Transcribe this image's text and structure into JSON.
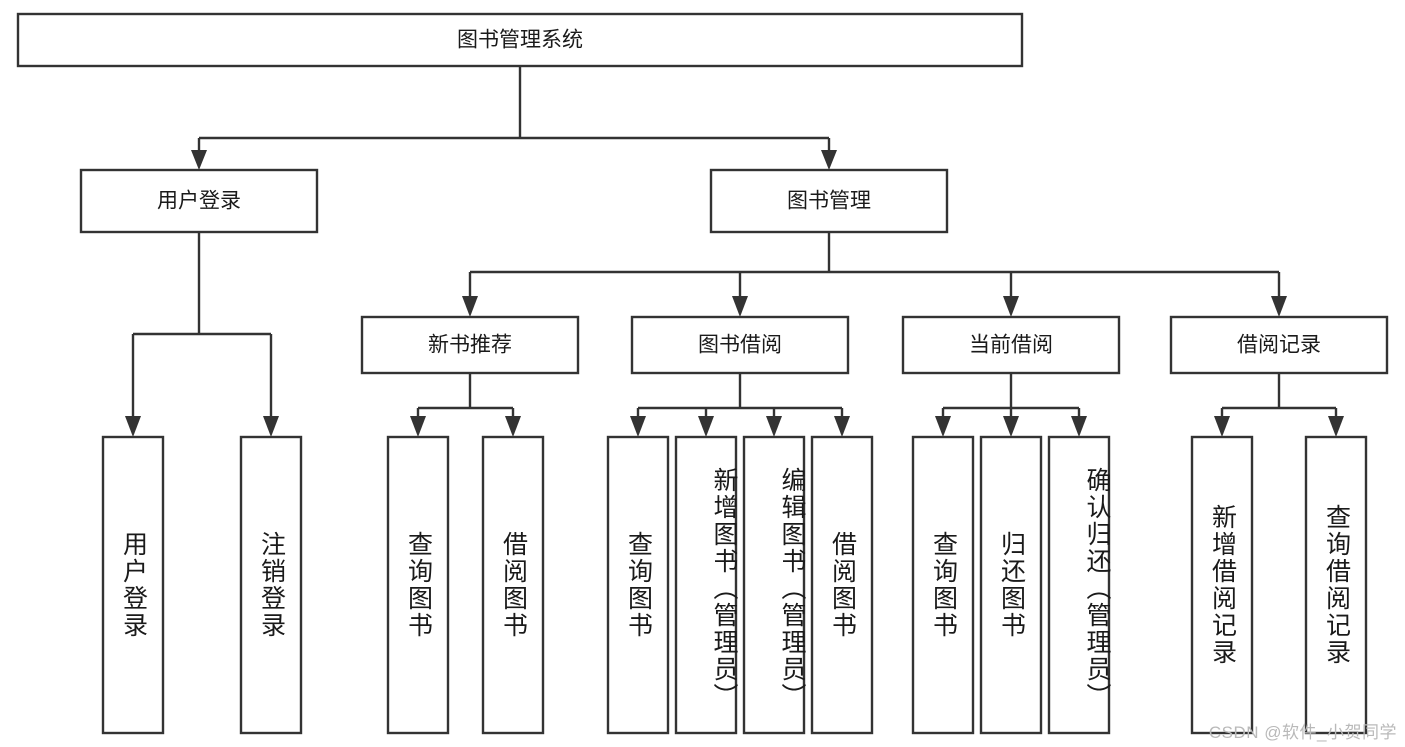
{
  "diagram": {
    "type": "tree-hierarchy",
    "title": "图书管理系统",
    "orientation": "top-down",
    "colors": {
      "box_stroke": "#333333",
      "box_fill": "#ffffff",
      "connector": "#333333",
      "text": "#1a1a1a",
      "background": "#ffffff",
      "watermark": "#b9b9b9"
    },
    "root": {
      "label": "图书管理系统"
    },
    "level1": [
      {
        "label": "用户登录"
      },
      {
        "label": "图书管理"
      }
    ],
    "level2": [
      {
        "label": "新书推荐"
      },
      {
        "label": "图书借阅"
      },
      {
        "label": "当前借阅"
      },
      {
        "label": "借阅记录"
      }
    ],
    "leaves": {
      "user_login": [
        {
          "label": "用户登录"
        },
        {
          "label": "注销登录"
        }
      ],
      "new_book_recommend": [
        {
          "label": "查询图书"
        },
        {
          "label": "借阅图书"
        }
      ],
      "book_borrow": [
        {
          "label": "查询图书"
        },
        {
          "label": "新增图书（管理员）"
        },
        {
          "label": "编辑图书（管理员）"
        },
        {
          "label": "借阅图书"
        }
      ],
      "current_borrow": [
        {
          "label": "查询图书"
        },
        {
          "label": "归还图书"
        },
        {
          "label": "确认归还（管理员）"
        }
      ],
      "borrow_record": [
        {
          "label": "新增借阅记录"
        },
        {
          "label": "查询借阅记录"
        }
      ]
    }
  },
  "watermark": {
    "text": "CSDN @软件_小贺同学"
  }
}
